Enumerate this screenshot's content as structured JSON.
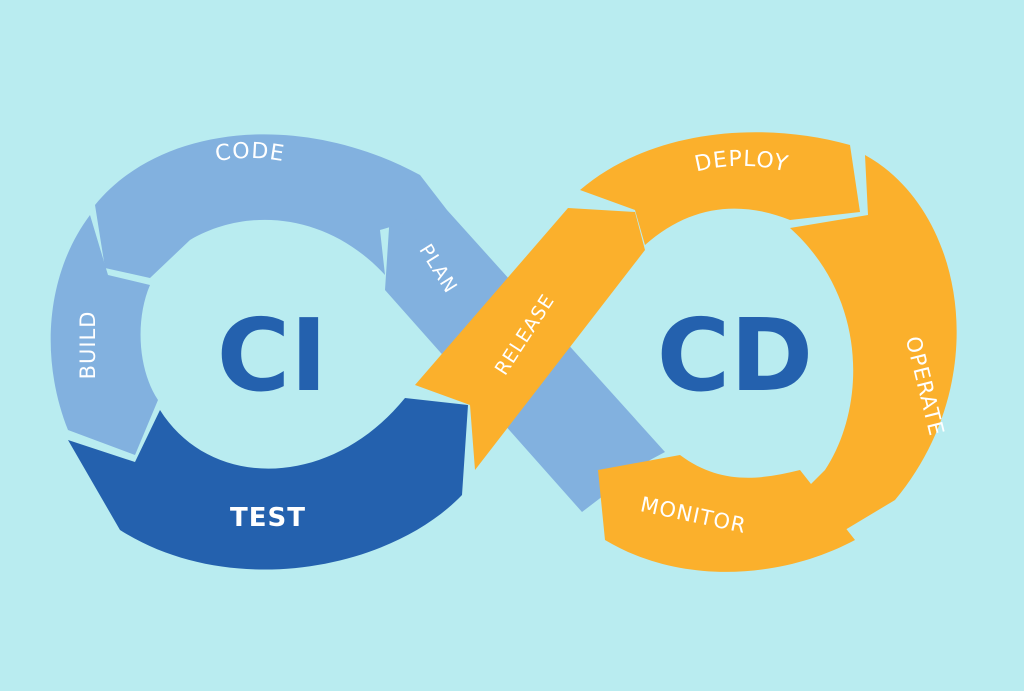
{
  "colors": {
    "background": "#b9ecf0",
    "light_blue": "#82b1df",
    "dark_blue": "#2461ae",
    "orange": "#fbb02c",
    "center_text": "#2461ae",
    "label_text": "#ffffff"
  },
  "ci": {
    "title": "CI",
    "stages": {
      "code": "CODE",
      "build": "BUILD",
      "test": "TEST",
      "plan": "PLAN"
    }
  },
  "cd": {
    "title": "CD",
    "stages": {
      "release": "RELEASE",
      "deploy": "DEPLOY",
      "operate": "OPERATE",
      "monitor": "MONITOR"
    }
  }
}
